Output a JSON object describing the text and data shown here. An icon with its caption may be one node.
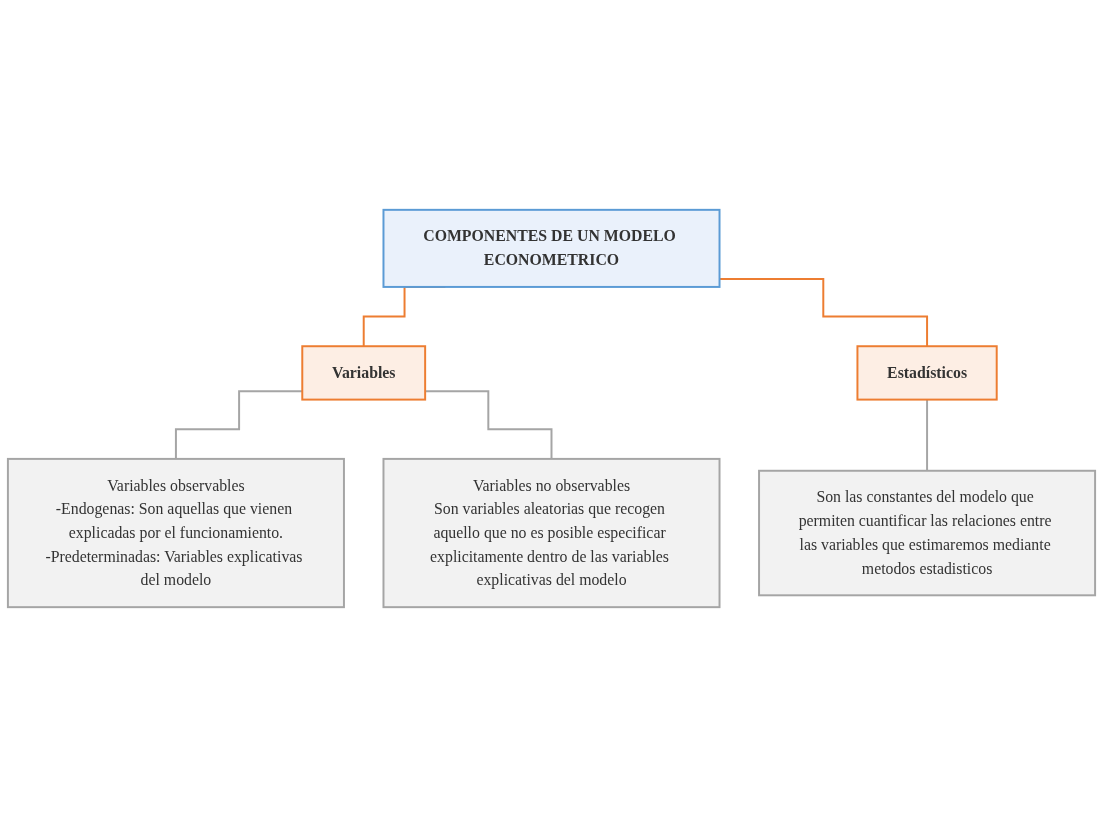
{
  "diagram": {
    "nodes": [
      {
        "text": [
          "COMPONENTES DE UN MODELO ECONOMETRICO"
        ]
      },
      {
        "text": [
          "Variables"
        ]
      },
      {
        "text": [
          "Estadísticos"
        ]
      },
      {
        "text": [
          "Variables observables",
          "-Endogenas: Son aquellas que vienen explicadas por el funcionamiento.",
          "-Predeterminadas: Variables explicativas del modelo"
        ]
      },
      {
        "text": [
          "Variables no observables",
          "Son variables aleatorias que recogen aquello que no es posible especificar explicitamente dentro de las variables explicativas del modelo"
        ]
      },
      {
        "text": [
          "Son las constantes del modelo que permiten cuantificar las relaciones entre las variables que estimaremos mediante metodos estadisticos"
        ]
      }
    ],
    "edges": [
      {
        "from": 0,
        "to": 1,
        "arrow": "none",
        "color": "#ed7d31"
      },
      {
        "from": 0,
        "to": 2,
        "arrow": "none",
        "color": "#ed7d31"
      },
      {
        "from": 1,
        "to": 3,
        "arrow": "none"
      },
      {
        "from": 1,
        "to": 4,
        "arrow": "none"
      },
      {
        "from": 2,
        "to": 5,
        "arrow": "none"
      }
    ]
  }
}
